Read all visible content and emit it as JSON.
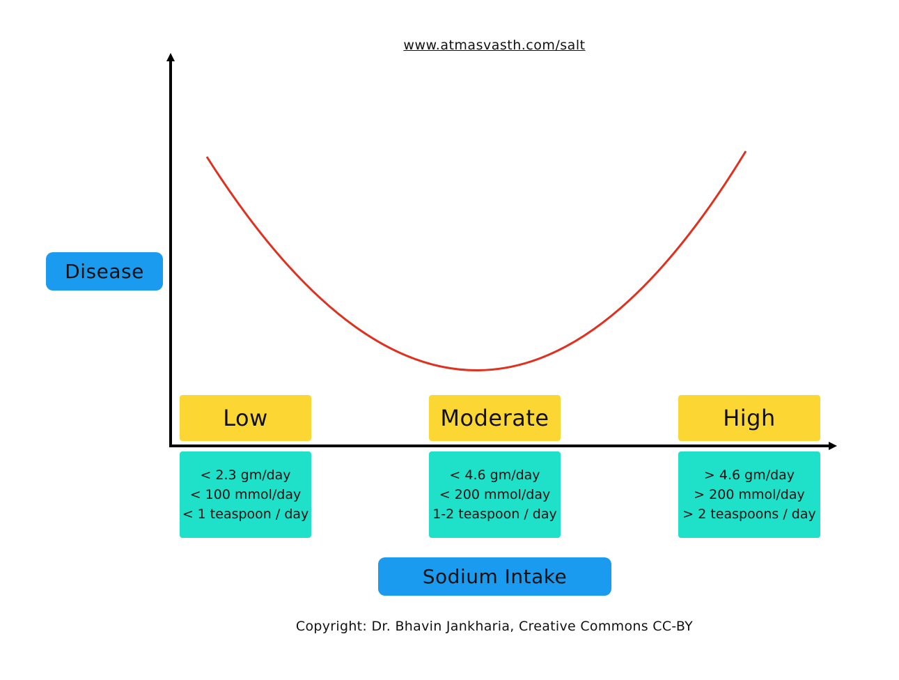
{
  "header": {
    "url": "www.atmasvasth.com/salt"
  },
  "axes": {
    "y_label": "Disease",
    "x_label": "Sodium Intake"
  },
  "levels": [
    {
      "label": "Low",
      "lines": [
        "< 2.3 gm/day",
        "< 100 mmol/day",
        "< 1 teaspoon / day"
      ]
    },
    {
      "label": "Moderate",
      "lines": [
        "< 4.6 gm/day",
        "< 200 mmol/day",
        "1-2 teaspoon / day"
      ]
    },
    {
      "label": "High",
      "lines": [
        "> 4.6 gm/day",
        "> 200 mmol/day",
        "> 2 teaspoons / day"
      ]
    }
  ],
  "footer": {
    "copyright": "Copyright: Dr. Bhavin Jankharia, Creative Commons CC-BY"
  },
  "colors": {
    "axis_label_bg": "#1a9bf0",
    "level_bg": "#fcd734",
    "range_bg": "#1fe0c8",
    "curve": "#e0301e",
    "axis": "#000000"
  }
}
